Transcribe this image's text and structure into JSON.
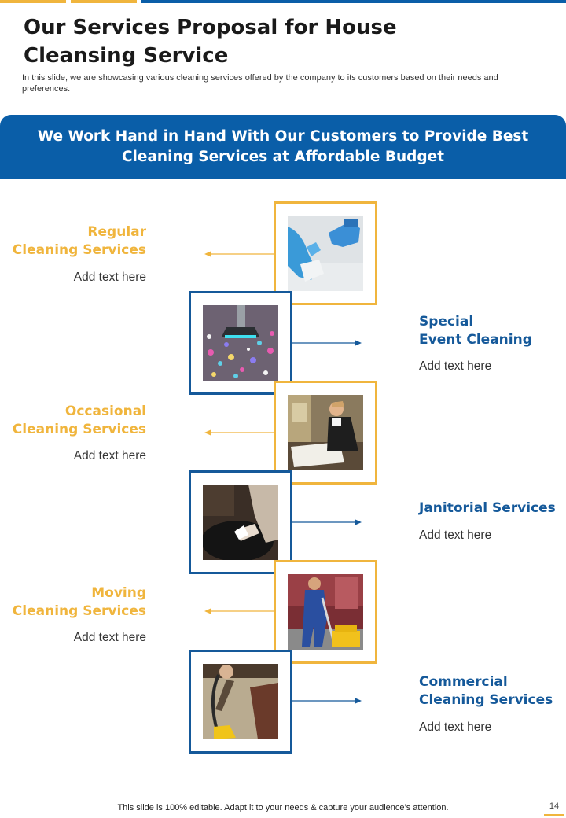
{
  "header": {
    "title_line1": "Our Services Proposal for House",
    "title_line2": "Cleansing Service",
    "subtitle": "In this slide, we are showcasing various cleaning services offered by the company to its customers based on their needs and preferences."
  },
  "banner": {
    "line1": "We Work Hand in Hand With Our Customers to Provide Best",
    "line2": "Cleaning Services at Affordable Budget"
  },
  "services": [
    {
      "title_line1": "Regular",
      "title_line2": "Cleaning Services",
      "desc": "Add text here",
      "photo_icon": "gloved-hand-spray-icon"
    },
    {
      "title_line1": "Special",
      "title_line2": "Event Cleaning",
      "desc": "Add text here",
      "photo_icon": "vacuum-confetti-icon"
    },
    {
      "title_line1": "Occasional",
      "title_line2": "Cleaning Services",
      "desc": "Add text here",
      "photo_icon": "maid-bed-icon"
    },
    {
      "title_line1": "Janitorial Services",
      "title_line2": "",
      "desc": "Add text here",
      "photo_icon": "hand-cloth-icon"
    },
    {
      "title_line1": "Moving",
      "title_line2": "Cleaning Services",
      "desc": "Add text here",
      "photo_icon": "janitor-mop-icon"
    },
    {
      "title_line1": "Commercial",
      "title_line2": "Cleaning Services",
      "desc": "Add text here",
      "photo_icon": "vacuum-carpet-icon"
    }
  ],
  "footer": {
    "note": "This slide is 100% editable. Adapt it to your needs & capture your audience’s attention.",
    "page_number": "14"
  },
  "colors": {
    "accent_gold": "#f0b53d",
    "accent_blue": "#0a5ea8",
    "text_blue": "#15599a"
  }
}
